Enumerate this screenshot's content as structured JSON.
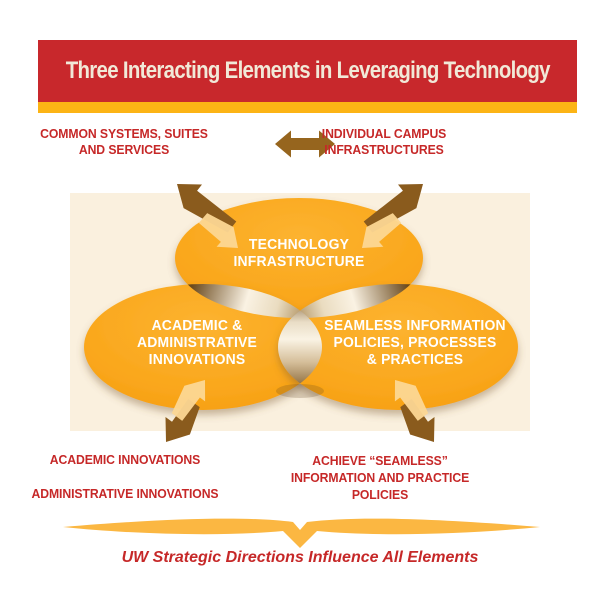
{
  "title": "Three Interacting Elements in Leveraging Technology",
  "colors": {
    "header_red": "#C8282C",
    "gold_accent": "#FCB415",
    "panel_beige": "#FAF0DE",
    "ellipse_orange": "#FAA71C",
    "dark_arrow_brown": "#8A5B1D",
    "light_arrow_gold": "#FCD794",
    "label_red": "#C62828",
    "swoosh_gold": "#FBB742",
    "overlap_bronze": "#9E7B44"
  },
  "top_row": {
    "left_label": "COMMON SYSTEMS, SUITES\nAND SERVICES",
    "arrow_icon": "double-headed-arrow",
    "right_label": "INDIVIDUAL CAMPUS\nINFRASTRUCTURES"
  },
  "diagram": {
    "ellipses": [
      {
        "id": "technology-infrastructure",
        "label": "TECHNOLOGY\nINFRASTRUCTURE"
      },
      {
        "id": "academic-administrative-innovations",
        "label": "ACADEMIC &\nADMINISTRATIVE\nINNOVATIONS"
      },
      {
        "id": "seamless-information",
        "label": "SEAMLESS INFORMATION\nPOLICIES, PROCESSES\n& PRACTICES"
      }
    ],
    "arrow_icons": [
      "outward-arrow-top-left",
      "outward-arrow-top-right",
      "outward-arrow-bottom-left",
      "outward-arrow-bottom-right",
      "inward-arrow-top-left",
      "inward-arrow-top-right",
      "inward-arrow-bottom-left",
      "inward-arrow-bottom-right"
    ]
  },
  "bottom_row": {
    "left_labels": [
      "ACADEMIC INNOVATIONS",
      "ADMINISTRATIVE INNOVATIONS"
    ],
    "right_label": "ACHIEVE “SEAMLESS”\nINFORMATION AND PRACTICE POLICIES"
  },
  "footer": {
    "caption": "UW Strategic Directions Influence All Elements"
  }
}
